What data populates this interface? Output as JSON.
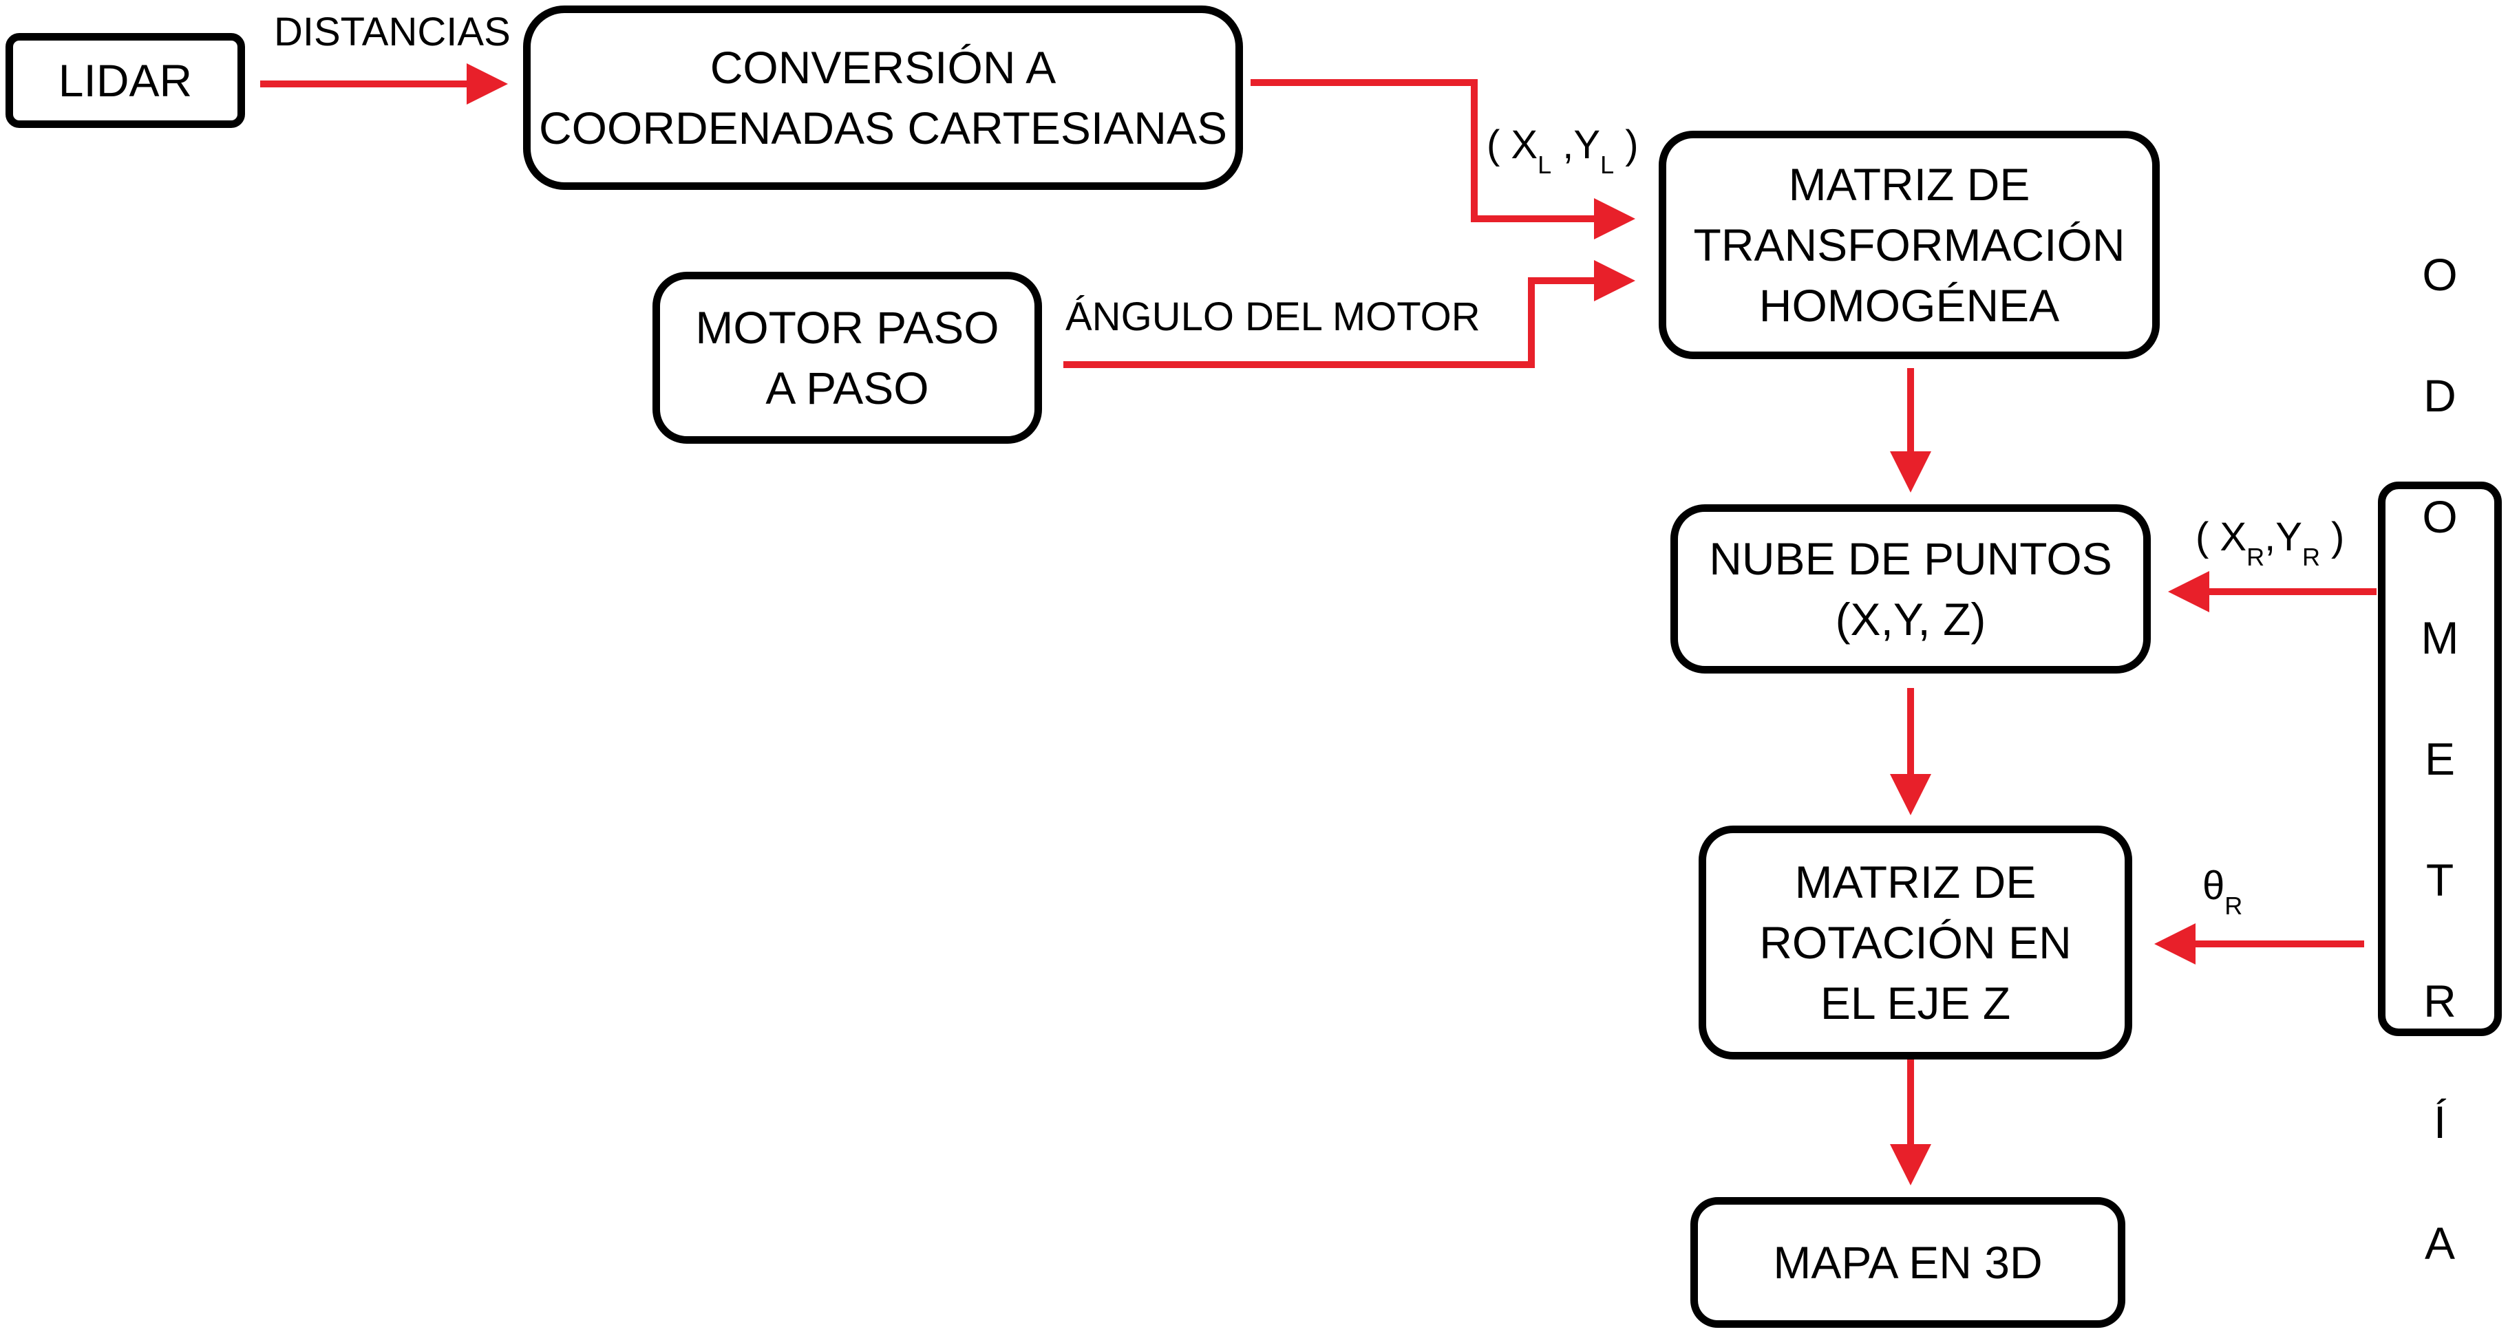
{
  "colors": {
    "arrow": "#e8202a",
    "border": "#000000"
  },
  "boxes": {
    "lidar": "LIDAR",
    "conversion": "CONVERSIÓN A\nCOORDENADAS CARTESIANAS",
    "motor": "MOTOR PASO\nA PASO",
    "matriz_transformacion": "MATRIZ DE\nTRANSFORMACIÓN\nHOMOGÉNEA",
    "nube": "NUBE DE  PUNTOS\n(X,Y, Z)",
    "matriz_rotacion": "MATRIZ DE\nROTACIÓN EN\nEL EJE Z",
    "mapa": "MAPA EN 3D",
    "odometria": [
      "O",
      "D",
      "O",
      "M",
      "E",
      "T",
      "R",
      "Í",
      "A"
    ]
  },
  "labels": {
    "distancias": "DISTANCIAS",
    "angulo": "ÁNGULO DEL MOTOR",
    "xl_yl": {
      "open": "( X",
      "sub1": "L",
      "mid": " ,Y",
      "sub2": "L",
      "close": " )"
    },
    "xr_yr": {
      "open": "( X",
      "sub1": "R",
      "mid": ",Y",
      "sub2": "R",
      "close": " )"
    },
    "theta": {
      "main": "θ",
      "sub": "R"
    }
  }
}
